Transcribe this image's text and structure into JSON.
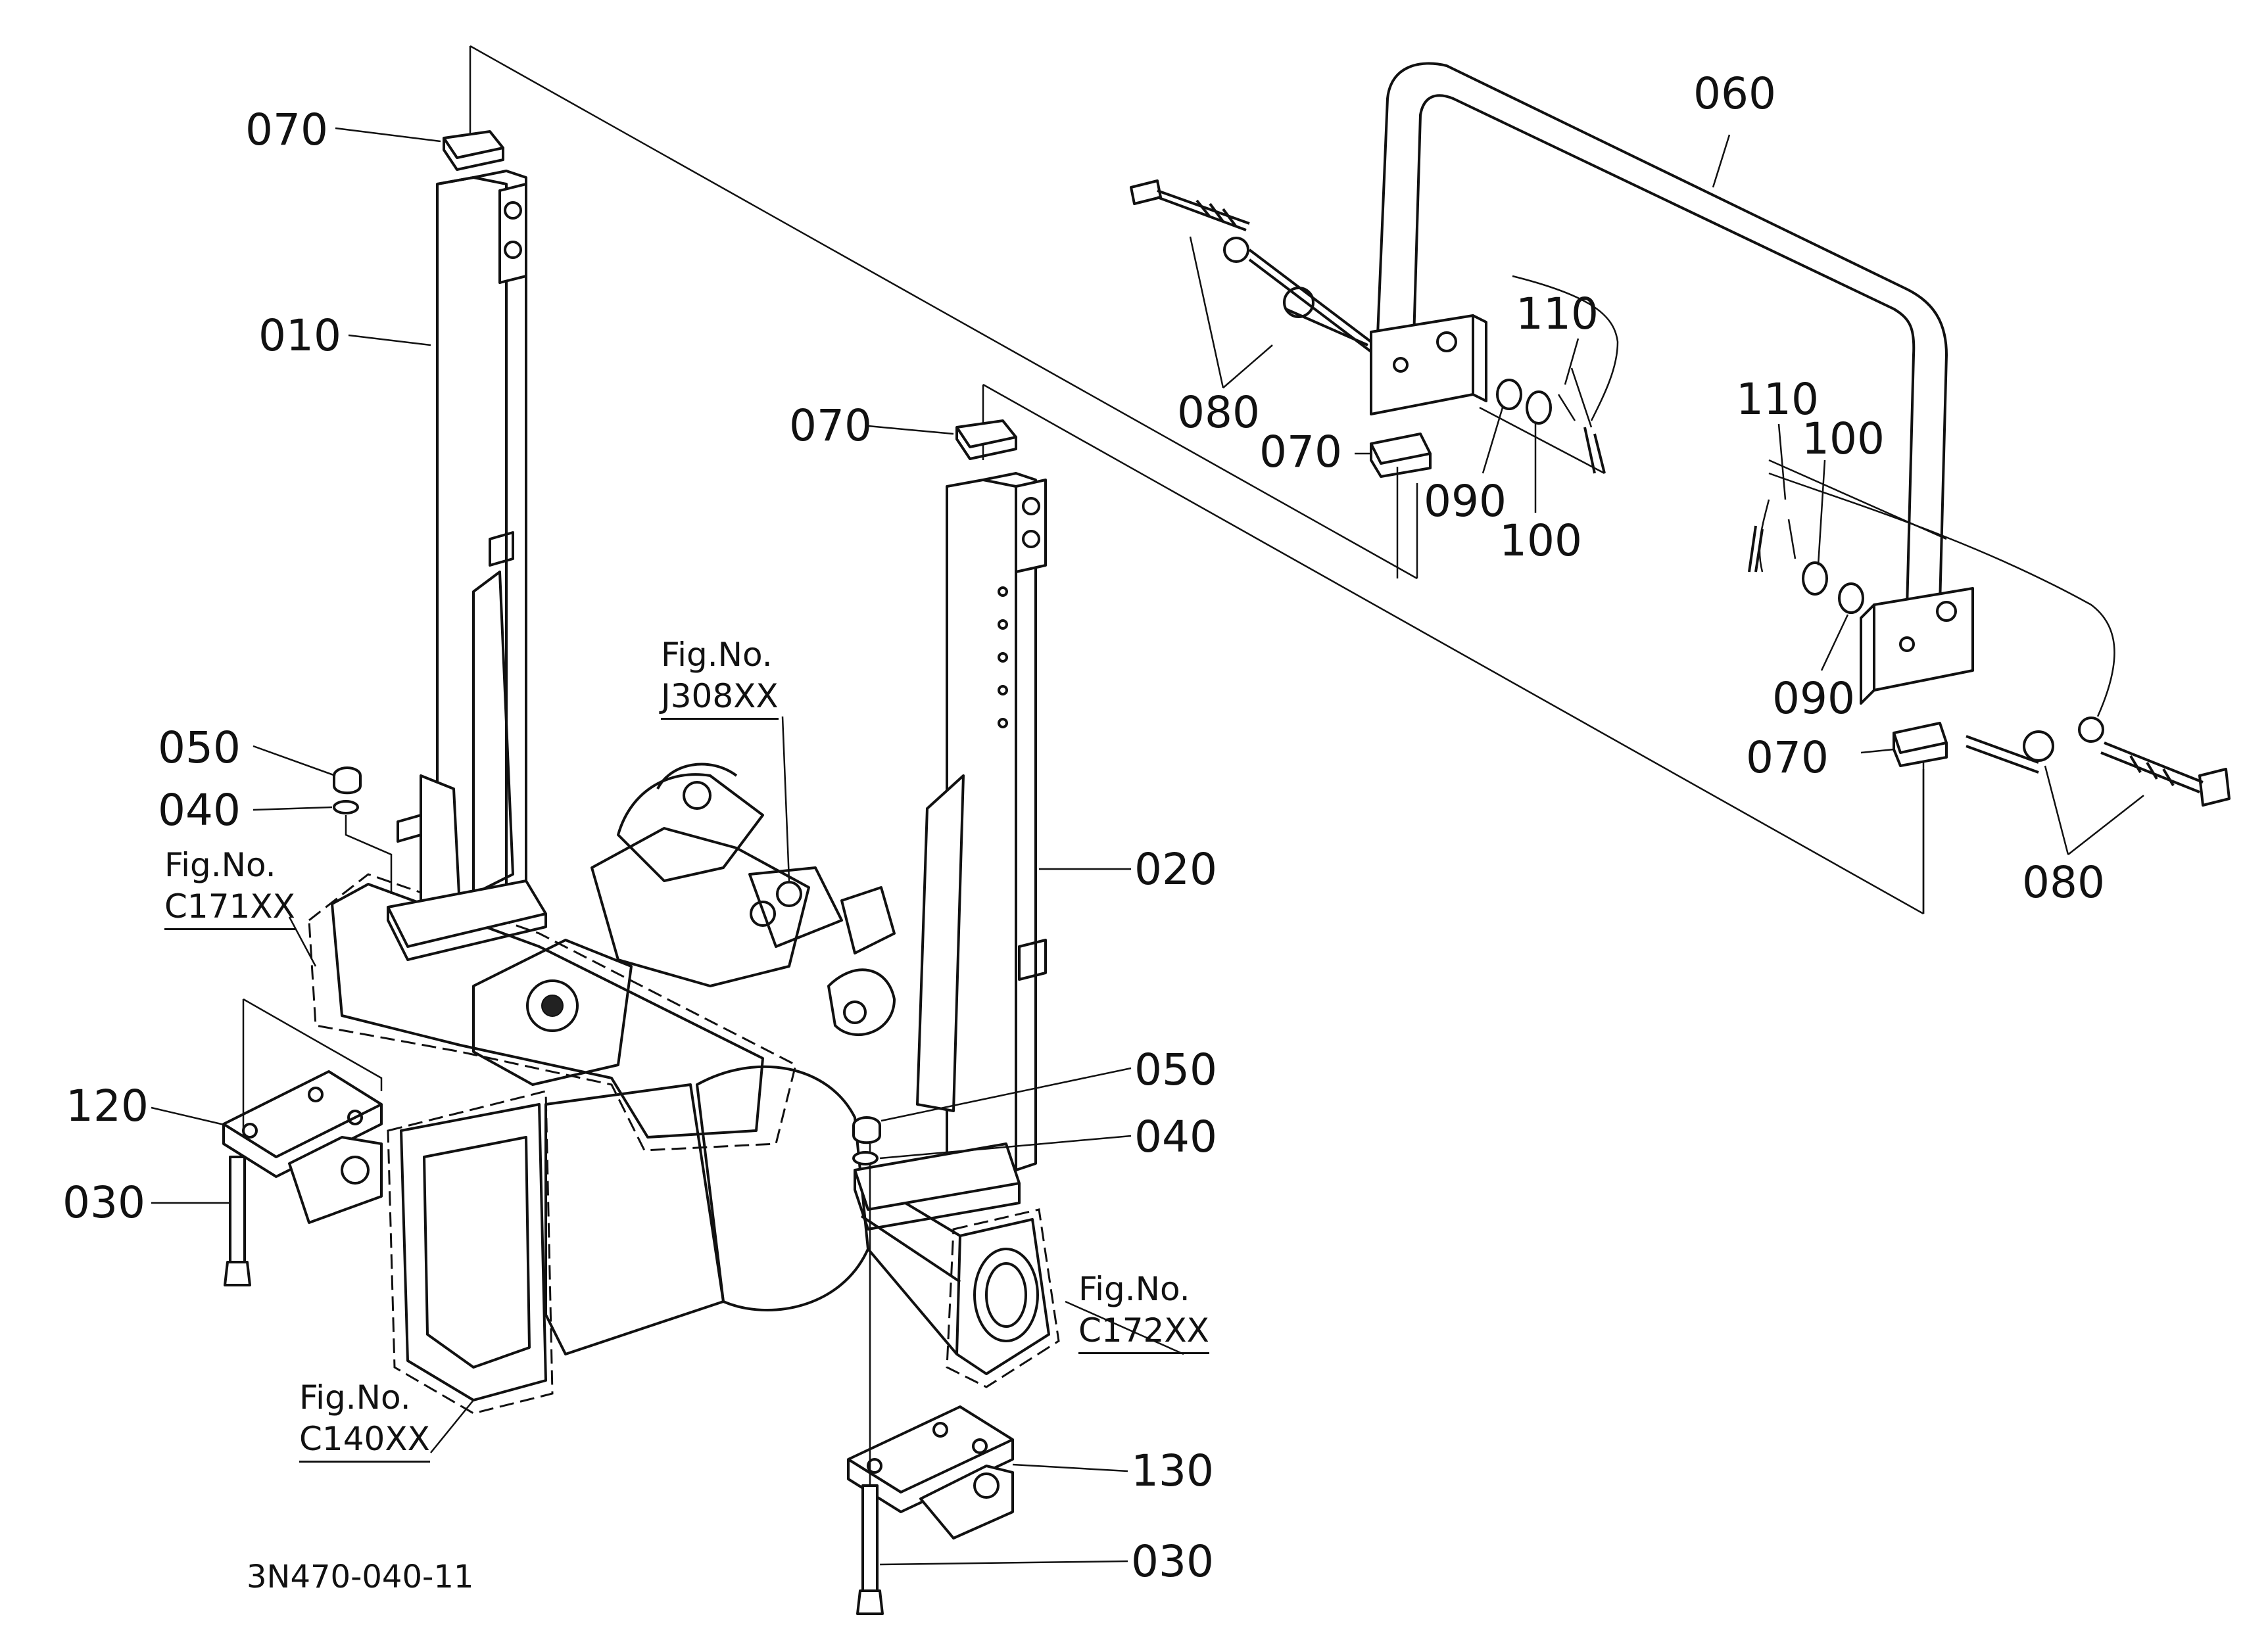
{
  "diagram": {
    "labels": {
      "070_top_left": "070",
      "010": "010",
      "050_left": "050",
      "040_left": "040",
      "120": "120",
      "030_left": "030",
      "070_mid": "070",
      "020": "020",
      "050_right": "050",
      "040_right": "040",
      "130": "130",
      "030_bottom": "030",
      "060": "060",
      "080_left": "080",
      "070_bar_left": "070",
      "110_left": "110",
      "090_left": "090",
      "100_left": "100",
      "110_right": "110",
      "100_right": "100",
      "090_right": "090",
      "070_bar_right": "070",
      "080_right": "080"
    },
    "figure_refs": {
      "j308": {
        "prefix": "Fig.No.",
        "code": "J308XX"
      },
      "c171": {
        "prefix": "Fig.No.",
        "code": "C171XX"
      },
      "c172": {
        "prefix": "Fig.No.",
        "code": "C172XX"
      },
      "c140": {
        "prefix": "Fig.No.",
        "code": "C140XX"
      }
    },
    "drawing_number": "3N470-040-11"
  }
}
